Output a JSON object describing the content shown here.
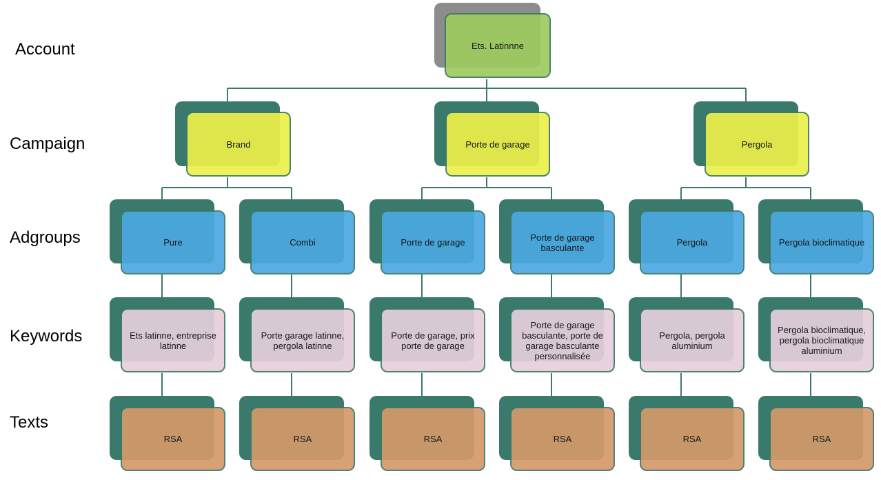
{
  "row_labels": [
    "Account",
    "Campaign",
    "Adgroups",
    "Keywords",
    "Texts"
  ],
  "colors": {
    "line": "#3c7a68",
    "shadow_dark": "#3a7a6c",
    "shadow_gray": "#8c8c8c",
    "account": "#9ecb5e",
    "campaign": "#ecf04a",
    "adgroup": "#4ba8e2",
    "keyword": "#e6cfdc",
    "text": "#d49a6a"
  },
  "account": {
    "label": "Ets. Latinnne"
  },
  "campaigns": [
    {
      "label": "Brand",
      "adgroups": [
        {
          "label": "Pure",
          "keywords": "Ets latinne, entreprise latinne",
          "text": "RSA"
        },
        {
          "label": "Combi",
          "keywords": "Porte garage latinne, pergola latinne",
          "text": "RSA"
        }
      ]
    },
    {
      "label": "Porte de garage",
      "adgroups": [
        {
          "label": "Porte de garage",
          "keywords": "Porte de garage, prix porte de garage",
          "text": "RSA"
        },
        {
          "label": "Porte de garage basculante",
          "keywords": "Porte de garage basculante, porte de garage basculante personnalisée",
          "text": "RSA"
        }
      ]
    },
    {
      "label": "Pergola",
      "adgroups": [
        {
          "label": "Pergola",
          "keywords": "Pergola, pergola aluminium",
          "text": "RSA"
        },
        {
          "label": "Pergola bioclimatique",
          "keywords": "Pergola bioclimatique, pergola bioclimatique aluminium",
          "text": "RSA"
        }
      ]
    }
  ]
}
